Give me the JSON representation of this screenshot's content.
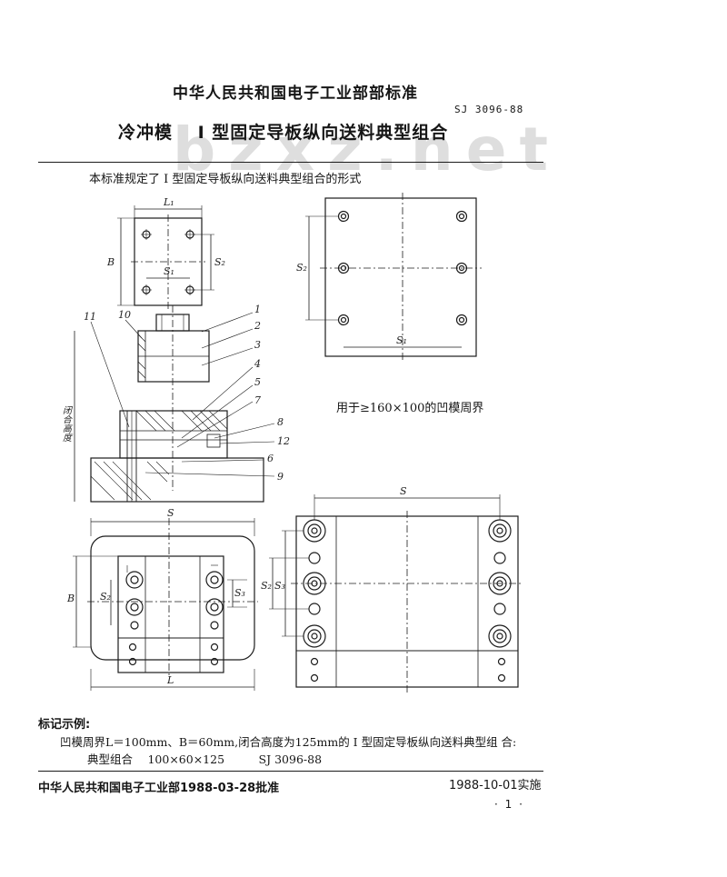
{
  "header": {
    "organization": "中华人民共和国电子工业部部标准",
    "standard_code": "SJ 3096-88",
    "title": "冷冲模　 I 型固定导板纵向送料典型组合",
    "watermark": "bzxz.net"
  },
  "intro": "本标准规定了 I 型固定导板纵向送料典型组合的形式",
  "drawing": {
    "top_view_labels": {
      "l1": "L₁",
      "b": "B",
      "s1": "S₁",
      "s2": "S₂"
    },
    "side_view_labels": {
      "closed_height": "闭合高度"
    },
    "part_numbers": [
      "1",
      "2",
      "3",
      "4",
      "5",
      "7",
      "8",
      "12",
      "6",
      "9",
      "11",
      "10"
    ],
    "right_top_labels": {
      "s1": "S₁",
      "s2": "S₂"
    },
    "right_top_caption": "用于≥160×100的凹模周界",
    "plan_labels": {
      "s": "S",
      "b": "B",
      "s2": "S₂",
      "s3": "S₃",
      "l": "L"
    },
    "big_plan_labels": {
      "s": "S",
      "s2": "S₂",
      "s3": "S₃"
    }
  },
  "example": {
    "heading": "标记示例:",
    "line1": "凹模周界L＝100mm、B＝60mm,闭合高度为125mm的 I 型固定导板纵向送料典型组 合:",
    "line2": "典型组合　 100×60×125　　　SJ 3096-88"
  },
  "footer": {
    "approval": "中华人民共和国电子工业部1988-03-28批准",
    "effective": "1988-10-01实施",
    "page": "· 1 ·"
  }
}
